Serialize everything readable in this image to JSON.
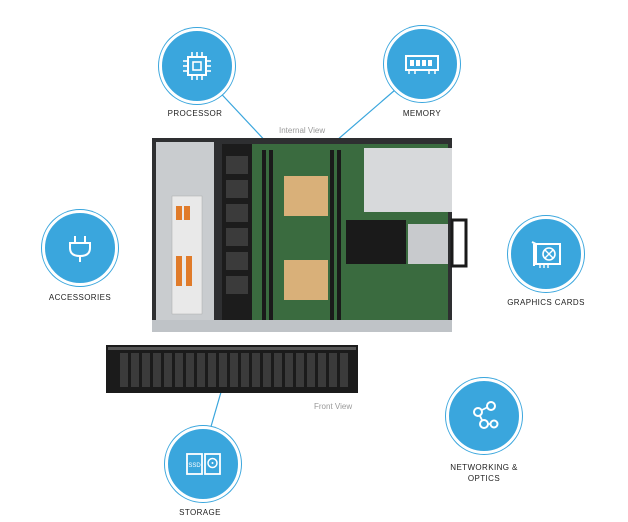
{
  "colors": {
    "accent": "#3aa6dd",
    "board": "#3a6b3f",
    "chassis": "#bfc3c7",
    "label": "#222222"
  },
  "views": {
    "internal": "Internal View",
    "front": "Front View"
  },
  "features": [
    {
      "label": "PROCESSOR",
      "icon": "processor-chip-icon"
    },
    {
      "label": "MEMORY",
      "icon": "memory-module-icon"
    },
    {
      "label": "ACCESSORIES",
      "icon": "power-plug-icon"
    },
    {
      "label": "GRAPHICS CARDS",
      "icon": "graphics-card-icon"
    },
    {
      "label": "NETWORKING &\nOPTICS",
      "icon": "network-nodes-icon"
    },
    {
      "label": "STORAGE",
      "icon": "ssd-hdd-icon"
    }
  ],
  "storage_badge": "SSD"
}
